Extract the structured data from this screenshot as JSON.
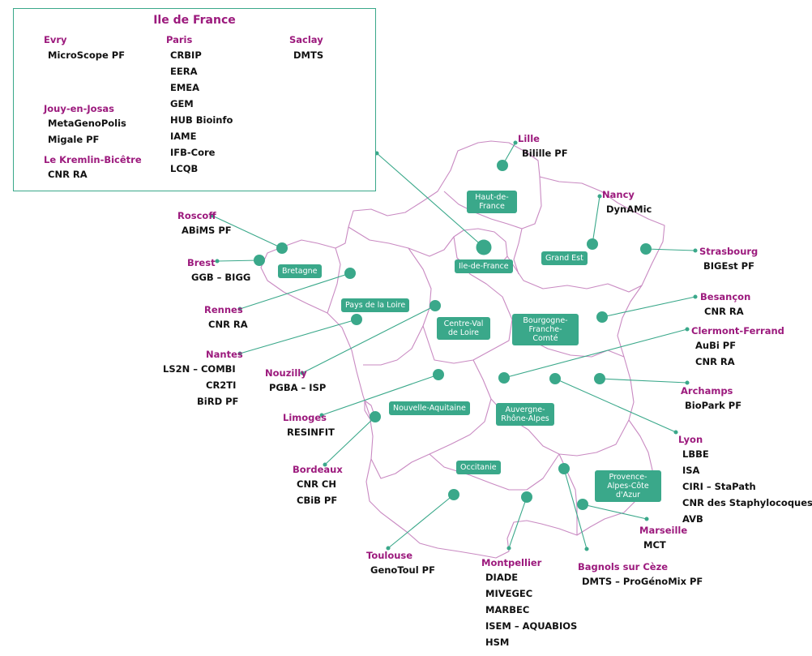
{
  "colors": {
    "accent": "#3aa88a",
    "city": "#9c1a7d",
    "border": "#c98ac2",
    "text": "#111111"
  },
  "idf": {
    "title": "Ile de France",
    "evry": {
      "city": "Evry",
      "labs": [
        "MicroScope PF"
      ]
    },
    "paris": {
      "city": "Paris",
      "labs": [
        "CRBIP",
        "EERA",
        "EMEA",
        "GEM",
        "HUB Bioinfo",
        "IAME",
        "IFB-Core",
        "LCQB"
      ]
    },
    "saclay": {
      "city": "Saclay",
      "labs": [
        "DMTS"
      ]
    },
    "jouy": {
      "city": "Jouy-en-Josas",
      "labs": [
        "MetaGenoPolis",
        "Migale PF"
      ]
    },
    "kremlin": {
      "city": "Le Kremlin-Bicêtre",
      "labs": [
        "CNR RA"
      ]
    }
  },
  "regions": {
    "hauts_de_france": "Haut-de-France",
    "ile_de_france": "Ile-de-France",
    "grand_est": "Grand Est",
    "bretagne": "Bretagne",
    "pays_de_la_loire": "Pays de la Loire",
    "centre_val_de_loire": "Centre-Val de Loire",
    "bourgogne_franche_comte": "Bourgogne-Franche-Comté",
    "nouvelle_aquitaine": "Nouvelle-Aquitaine",
    "auvergne_rhone_alpes": "Auvergne-Rhône-Alpes",
    "occitanie": "Occitanie",
    "paca": "Provence-Alpes-Côte d'Azur"
  },
  "sites": {
    "lille": {
      "city": "Lille",
      "labs": [
        "Bilille PF"
      ]
    },
    "nancy": {
      "city": "Nancy",
      "labs": [
        "DynAMic"
      ]
    },
    "strasbourg": {
      "city": "Strasbourg",
      "labs": [
        "BIGEst PF"
      ]
    },
    "roscoff": {
      "city": "Roscoff",
      "labs": [
        "ABiMS PF"
      ]
    },
    "brest": {
      "city": "Brest",
      "labs": [
        "GGB – BIGG"
      ]
    },
    "rennes": {
      "city": "Rennes",
      "labs": [
        "CNR RA"
      ]
    },
    "nantes": {
      "city": "Nantes",
      "labs": [
        "LS2N – COMBI",
        "CR2TI",
        "BiRD PF"
      ]
    },
    "nouzilly": {
      "city": "Nouzilly",
      "labs": [
        "PGBA – ISP"
      ]
    },
    "besancon": {
      "city": "Besançon",
      "labs": [
        "CNR RA"
      ]
    },
    "clermont": {
      "city": "Clermont-Ferrand",
      "labs": [
        "AuBi PF",
        "CNR RA"
      ]
    },
    "archamps": {
      "city": "Archamps",
      "labs": [
        "BioPark PF"
      ]
    },
    "limoges": {
      "city": "Limoges",
      "labs": [
        "RESINFIT"
      ]
    },
    "bordeaux": {
      "city": "Bordeaux",
      "labs": [
        "CNR CH",
        "CBiB PF"
      ]
    },
    "lyon": {
      "city": "Lyon",
      "labs": [
        "LBBE",
        "ISA",
        "CIRI – StaPath",
        "CNR des Staphylocoques",
        "AVB"
      ]
    },
    "marseille": {
      "city": "Marseille",
      "labs": [
        "MCT"
      ]
    },
    "toulouse": {
      "city": "Toulouse",
      "labs": [
        "GenoToul PF"
      ]
    },
    "montpellier": {
      "city": "Montpellier",
      "labs": [
        "DIADE",
        "MIVEGEC",
        "MARBEC",
        "ISEM – AQUABIOS",
        "HSM"
      ]
    },
    "bagnols": {
      "city": "Bagnols sur Cèze",
      "labs": [
        "DMTS – ProGénoMix PF"
      ]
    }
  }
}
